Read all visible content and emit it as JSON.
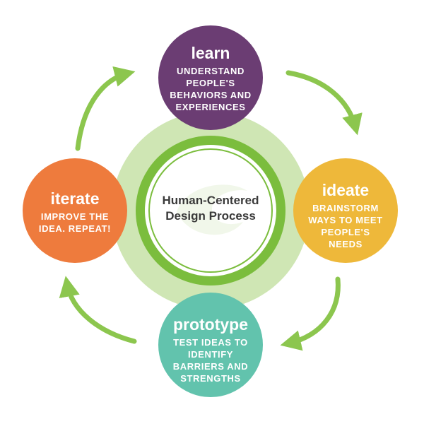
{
  "center": {
    "line1": "Human-Centered",
    "line2": "Design Process"
  },
  "steps": [
    {
      "id": "learn",
      "name": "learn",
      "description": "UNDERSTAND PEOPLE'S BEHAVIORS AND EXPERIENCES",
      "color": "#6b3d73"
    },
    {
      "id": "ideate",
      "name": "ideate",
      "description": "BRAINSTORM WAYS TO MEET PEOPLE'S NEEDS",
      "color": "#eeb83a"
    },
    {
      "id": "prototype",
      "name": "prototype",
      "description": "TEST IDEAS TO IDENTIFY BARRIERS AND STRENGTHS",
      "color": "#62c3ad"
    },
    {
      "id": "iterate",
      "name": "iterate",
      "description": "IMPROVE THE IDEA. REPEAT!",
      "color": "#ee7b3d"
    }
  ],
  "colors": {
    "arrow": "#8cc64e",
    "halo": "#cfe6b4",
    "ring": "#7bbd3d",
    "ring_inner": "#ffffff",
    "core": "#ffffff",
    "swoosh": "#f1f7ea"
  }
}
